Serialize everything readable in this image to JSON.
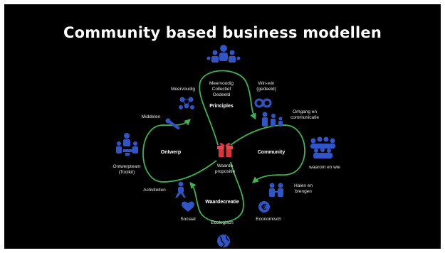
{
  "title": "Community based business modellen",
  "colors": {
    "background": "#000000",
    "arrow": "#3fb34f",
    "icon": "#2f55c7",
    "center_icon": "#d9353a",
    "text": "#e8e8e8"
  },
  "sections": {
    "principles": "Principles",
    "ontwerp": "Ontwerp",
    "community": "Community",
    "waardecreatie": "Waardecreatie"
  },
  "center": {
    "line1": "Waarde",
    "line2": "propositie",
    "icon": "gift-icon"
  },
  "inner": {
    "principles_values": [
      "Meervoudig",
      "Collectief",
      "Gedeeld"
    ]
  },
  "labels": {
    "meervoudig": "Meervoudig",
    "win_win_1": "Win-win",
    "win_win_2": "(gedeeld)",
    "omgang_1": "Omgang en",
    "omgang_2": "communicatie",
    "middelen": "Middelen",
    "ontwerpteam_1": "Ontwerpteam",
    "ontwerpteam_2": "(Toolkit)",
    "waarom": "waarom en wie",
    "activiteiten": "Activiteiten",
    "halen_1": "Halen en",
    "halen_2": "brengen",
    "sociaal": "Sociaal",
    "ecologisch": "Ecologisch",
    "economisch": "Economisch"
  },
  "icons": [
    "people-group-icon",
    "network-icon",
    "handshake-icon",
    "family-icon",
    "tools-icon",
    "team-meeting-icon",
    "crowd-icon",
    "activity-icon",
    "exchange-people-icon",
    "heart-icon",
    "euro-icon",
    "globe-icon"
  ]
}
